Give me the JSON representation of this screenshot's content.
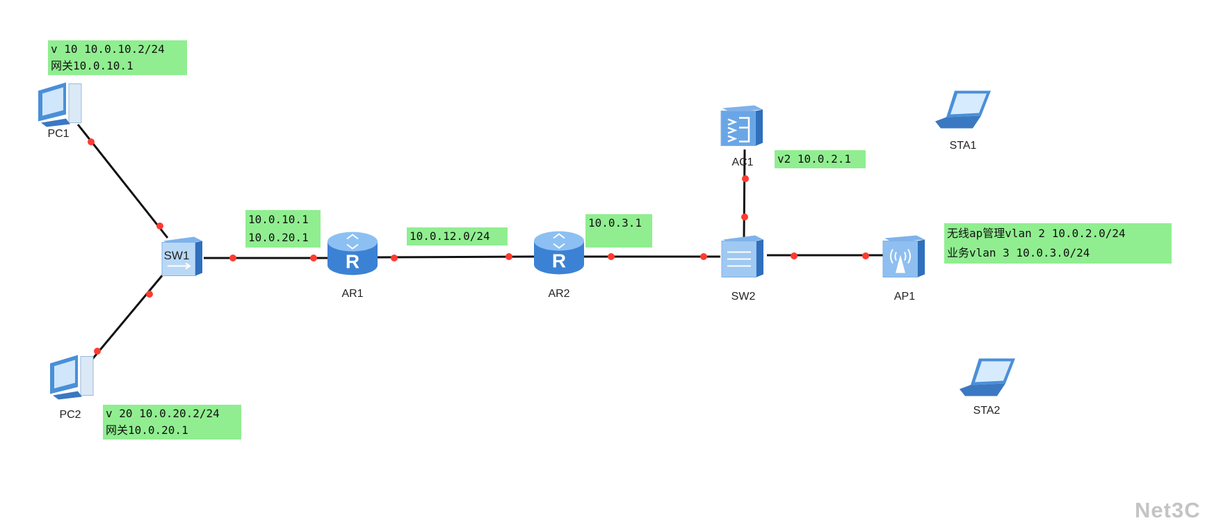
{
  "devices": {
    "pc1": "PC1",
    "pc2": "PC2",
    "sw1": "SW1",
    "ar1": "AR1",
    "ar2": "AR2",
    "sw2": "SW2",
    "ac1": "AC1",
    "ap1": "AP1",
    "sta1": "STA1",
    "sta2": "STA2"
  },
  "notes": {
    "pc1": [
      "v 10 10.0.10.2/24",
      "网关10.0.10.1"
    ],
    "pc2": [
      "v 20 10.0.20.2/24",
      "网关10.0.20.1"
    ],
    "ar1": [
      "10.0.10.1",
      "10.0.20.1"
    ],
    "link12": [
      "10.0.12.0/24"
    ],
    "ar2": [
      "10.0.3.1"
    ],
    "ac1": [
      "v2 10.0.2.1"
    ],
    "wlan": [
      "无线ap管理vlan 2 10.0.2.0/24",
      "业务vlan 3 10.0.3.0/24"
    ]
  },
  "colors": {
    "note_bg": "#90ee90",
    "port": "#ff3b30",
    "link": "#111111",
    "device": "#4a8fd8"
  },
  "watermark": "Net3C"
}
